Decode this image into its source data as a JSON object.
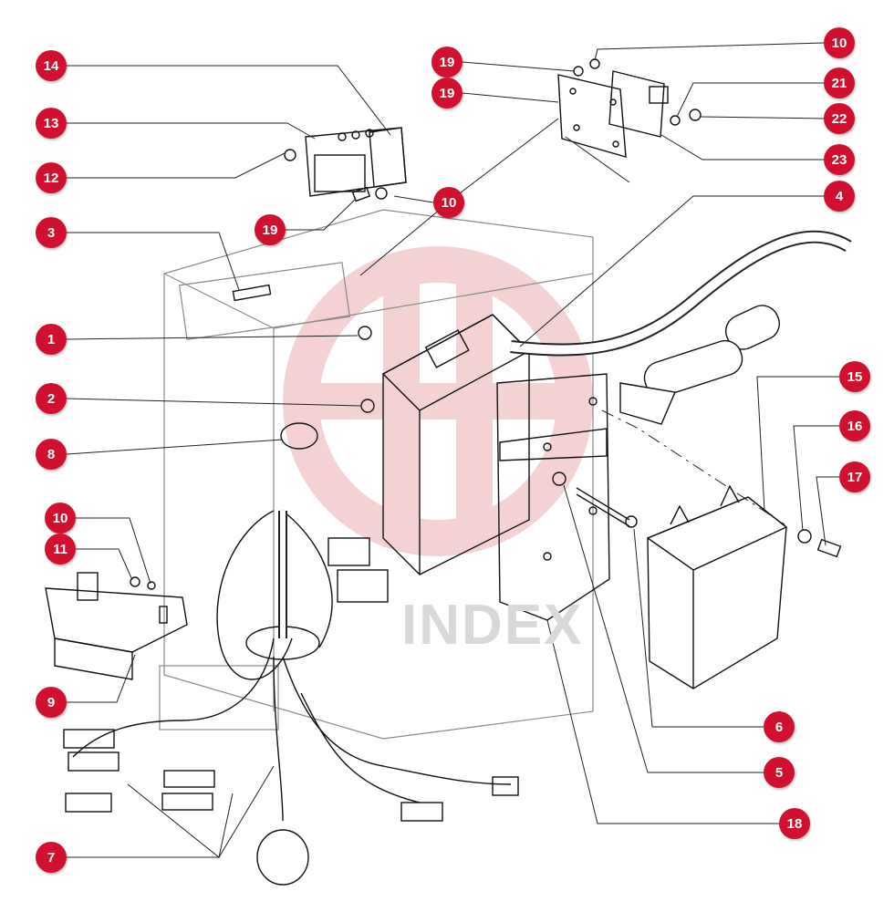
{
  "diagram": {
    "callouts": [
      {
        "id": "c14",
        "label": "14"
      },
      {
        "id": "c13",
        "label": "13"
      },
      {
        "id": "c12",
        "label": "12"
      },
      {
        "id": "c3",
        "label": "3"
      },
      {
        "id": "c1",
        "label": "1"
      },
      {
        "id": "c2",
        "label": "2"
      },
      {
        "id": "c8",
        "label": "8"
      },
      {
        "id": "c10a",
        "label": "10"
      },
      {
        "id": "c11",
        "label": "11"
      },
      {
        "id": "c9",
        "label": "9"
      },
      {
        "id": "c7",
        "label": "7"
      },
      {
        "id": "c19a",
        "label": "19"
      },
      {
        "id": "c19b",
        "label": "19"
      },
      {
        "id": "c19c",
        "label": "19"
      },
      {
        "id": "c10b",
        "label": "10"
      },
      {
        "id": "c10c",
        "label": "10"
      },
      {
        "id": "c21",
        "label": "21"
      },
      {
        "id": "c22",
        "label": "22"
      },
      {
        "id": "c23",
        "label": "23"
      },
      {
        "id": "c4",
        "label": "4"
      },
      {
        "id": "c15",
        "label": "15"
      },
      {
        "id": "c16",
        "label": "16"
      },
      {
        "id": "c17",
        "label": "17"
      },
      {
        "id": "c6",
        "label": "6"
      },
      {
        "id": "c5",
        "label": "5"
      },
      {
        "id": "c18",
        "label": "18"
      }
    ],
    "watermark_text": "INDEX",
    "colors": {
      "callout": "#d0102e",
      "watermark": "#f3c9cc",
      "line": "#111111"
    }
  }
}
